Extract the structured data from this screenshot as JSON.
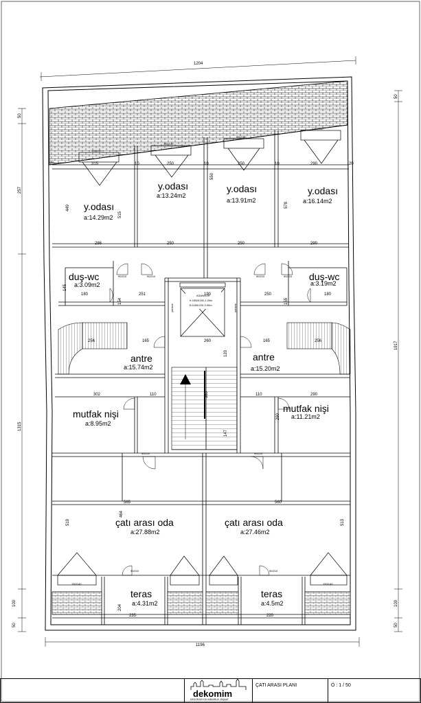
{
  "drawing": {
    "overall_dims": {
      "top": "1204",
      "bottom": "1196",
      "right": "1917",
      "left": "1315",
      "left_upper": "257",
      "left_top": "50",
      "right_top": "50",
      "right_bottom_a": "100",
      "right_bottom_b": "50",
      "left_bottom_a": "100",
      "left_bottom_b": "50"
    },
    "rooms": [
      {
        "name": "y.odası",
        "area": "a:14.29m2"
      },
      {
        "name": "y.odası",
        "area": "a:13.24m2"
      },
      {
        "name": "y.odası",
        "area": "a:13.91m2"
      },
      {
        "name": "y.odası",
        "area": "a:16.14m2"
      },
      {
        "name": "duş-wc",
        "area": "a:3.09m2"
      },
      {
        "name": "duş-wc",
        "area": "a:3.19m2"
      },
      {
        "name": "antre",
        "area": "a:15.74m2"
      },
      {
        "name": "antre",
        "area": "a:15.20m2"
      },
      {
        "name": "mutfak nişi",
        "area": "a:8.95m2"
      },
      {
        "name": "mutfak nişi",
        "area": "a:11.21m2"
      },
      {
        "name": "çatı arası oda",
        "area": "a:27.88m2"
      },
      {
        "name": "çatı arası oda",
        "area": "a:27.46m2"
      },
      {
        "name": "teras",
        "area": "a:4.31m2"
      },
      {
        "name": "teras",
        "area": "a:4.5m2"
      }
    ],
    "dims": {
      "r1": [
        "315",
        "250",
        "250",
        "290"
      ],
      "r1_wall": [
        "20",
        "10",
        "10",
        "10",
        "20"
      ],
      "r2": [
        "286",
        "250",
        "250",
        "290"
      ],
      "r3_left": [
        "180",
        "251"
      ],
      "r3_right": [
        "250",
        "180"
      ],
      "stair_left": [
        "256",
        "165"
      ],
      "stair_right": [
        "165",
        "256"
      ],
      "core": [
        "190",
        "260"
      ],
      "r4_left": [
        "302",
        "110"
      ],
      "r4_right": [
        "110",
        "290"
      ],
      "r5": [
        "565",
        "560"
      ],
      "r6": [
        "235",
        "220"
      ],
      "heights": [
        "449",
        "515",
        "550",
        "578",
        "519",
        "464",
        "513",
        "204",
        "155",
        "154",
        "145",
        "120",
        "369",
        "290",
        "147"
      ]
    },
    "windows": [
      "150/140",
      "150/140",
      "150/140",
      "150/140",
      "150/140",
      "150/140"
    ],
    "doors": [
      "90/210",
      "90/210",
      "90/210",
      "90/210",
      "90/210",
      "90/210",
      "90/210",
      "90/210"
    ],
    "elevator": {
      "line1": "ASANSÖR",
      "line2": "K:155/K150-1.20m",
      "line3": "B:1165/220-3.00m"
    },
    "shaft_label": "şömine"
  },
  "title_block": {
    "logo": "dekomim",
    "logo_sub": "DEKORASYON MİMARLIK İNŞAAT",
    "sheet_title": "ÇATI ARASI  PLANI",
    "scale": "Ö : 1 / 50"
  }
}
